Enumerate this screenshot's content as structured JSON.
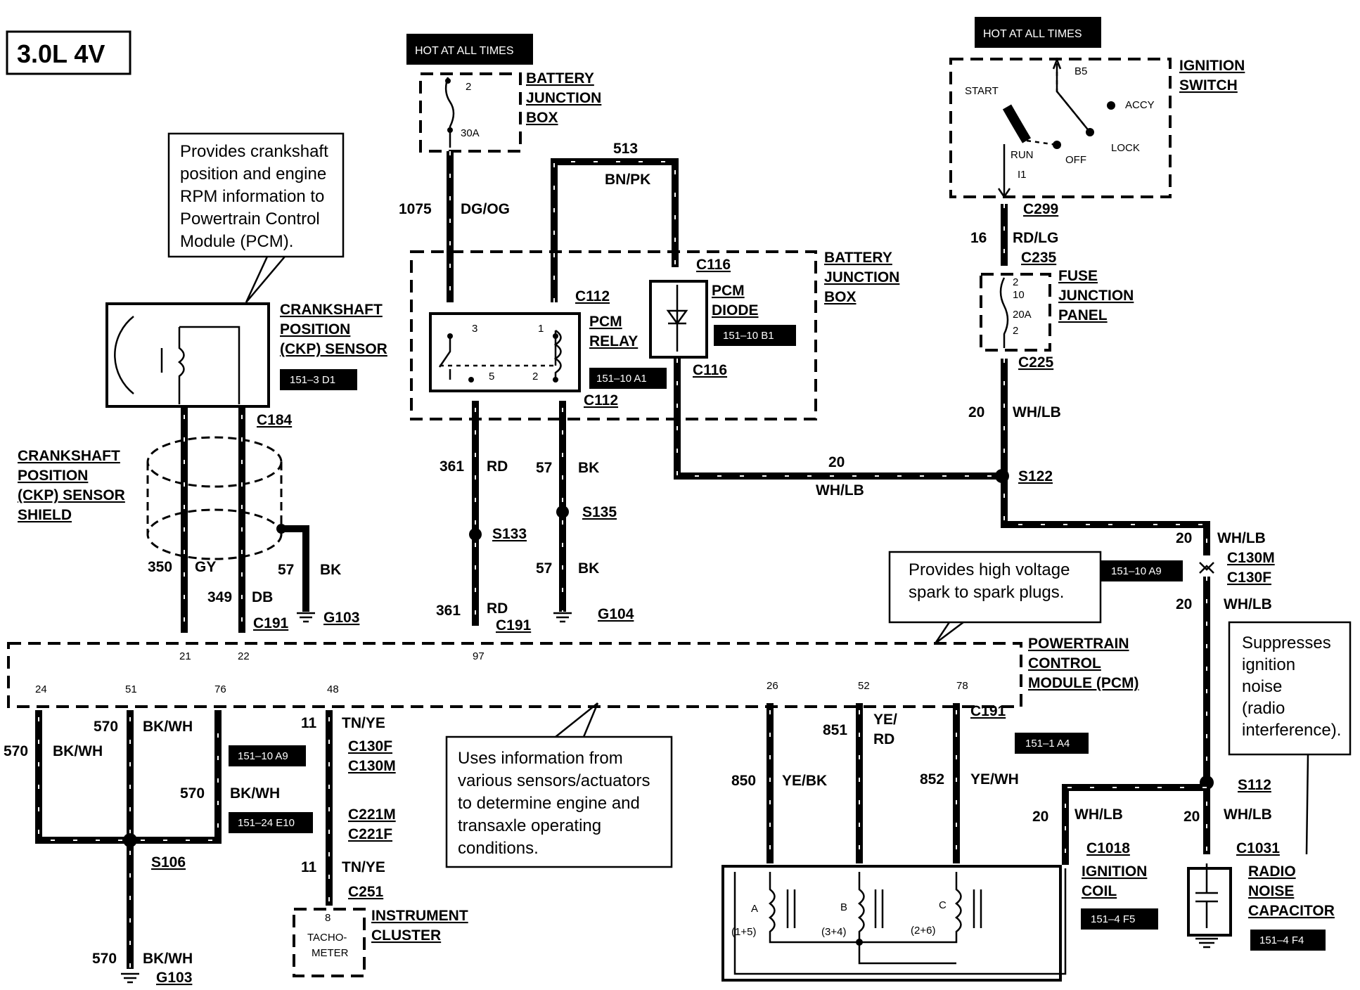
{
  "engine_label": "3.0L 4V",
  "hot_at_all_times": "HOT AT ALL TIMES",
  "components": {
    "battery_junction_box": [
      "BATTERY",
      "JUNCTION",
      "BOX"
    ],
    "ignition_switch": [
      "IGNITION",
      "SWITCH"
    ],
    "ignition_positions": {
      "start": "START",
      "run": "RUN",
      "off": "OFF",
      "lock": "LOCK",
      "accy": "ACCY",
      "b5": "B5",
      "i1": "I1"
    },
    "fuse_junction_panel": [
      "FUSE",
      "JUNCTION",
      "PANEL"
    ],
    "crankshaft_sensor": [
      "CRANKSHAFT",
      "POSITION",
      "(CKP) SENSOR"
    ],
    "crankshaft_shield": [
      "CRANKSHAFT",
      "POSITION",
      "(CKP) SENSOR",
      "SHIELD"
    ],
    "pcm_relay": [
      "PCM",
      "RELAY"
    ],
    "pcm_diode": [
      "PCM",
      "DIODE"
    ],
    "pcm": [
      "POWERTRAIN",
      "CONTROL",
      "MODULE (PCM)"
    ],
    "instrument_cluster": [
      "INSTRUMENT",
      "CLUSTER"
    ],
    "tachometer": [
      "TACHO-",
      "METER"
    ],
    "ignition_coil": [
      "IGNITION",
      "COIL"
    ],
    "radio_noise_capacitor": [
      "RADIO",
      "NOISE",
      "CAPACITOR"
    ]
  },
  "notes": {
    "ckp": [
      "Provides crankshaft",
      "position and engine",
      "RPM information to",
      "Powertrain Control",
      "Module (PCM)."
    ],
    "coil": [
      "Provides high voltage",
      "spark to spark plugs."
    ],
    "pcm": [
      "Uses information from",
      "various sensors/actuators",
      "to determine engine and",
      "transaxle operating",
      "conditions."
    ],
    "capacitor": [
      "Suppresses",
      "ignition",
      "noise",
      "(radio",
      "interference)."
    ]
  },
  "badges": {
    "ckp": "151–3 D1",
    "relay": "151–10 A1",
    "diode": "151–10 B1",
    "coil_feed": "151–10 A9",
    "pcm_left": "151–10 A9",
    "ground": "151–24 E10",
    "coil_pins": "151–1 A4",
    "coil": "151–4 F5",
    "capacitor": "151–4 F4"
  },
  "fuse_batt": {
    "pin": "2",
    "rating": "30A"
  },
  "fuse_panel": {
    "pins": [
      "2",
      "10",
      "20A",
      "2"
    ]
  },
  "relay_pins": [
    "3",
    "1",
    "5",
    "2"
  ],
  "coil_terms": [
    "A",
    "B",
    "C",
    "(1+5)",
    "(3+4)",
    "(2+6)"
  ],
  "tach_pin": "8",
  "connectors": {
    "c299": "C299",
    "c235": "C235",
    "c225": "C225",
    "c116a": "C116",
    "c116b": "C116",
    "c112a": "C112",
    "c112b": "C112",
    "c184": "C184",
    "c191a": "C191",
    "c191b": "C191",
    "c191c": "C191",
    "c130m": "C130M",
    "c130f": "C130F",
    "c130f2": "C130F",
    "c130m2": "C130M",
    "c221m": "C221M",
    "c221f": "C221F",
    "c251": "C251",
    "c1018": "C1018",
    "c1031": "C1031"
  },
  "splices": {
    "s122": "S122",
    "s133": "S133",
    "s135": "S135",
    "s106": "S106",
    "s112": "S112"
  },
  "grounds": {
    "g103a": "G103",
    "g104": "G104",
    "g103b": "G103"
  },
  "circuits": {
    "w1075": {
      "num": "1075",
      "color": "DG/OG"
    },
    "w513": {
      "num": "513",
      "color": "BN/PK"
    },
    "w16": {
      "num": "16",
      "color": "RD/LG"
    },
    "w20a": {
      "num": "20",
      "color": "WH/LB"
    },
    "w20b": {
      "num": "20",
      "color": "WH/LB"
    },
    "w20c": {
      "num": "20",
      "color": "WH/LB"
    },
    "w20d": {
      "num": "20",
      "color": "WH/LB"
    },
    "w20e": {
      "num": "20",
      "color": "WH/LB"
    },
    "w20f": {
      "num": "20",
      "color": "WH/LB"
    },
    "w361a": {
      "num": "361",
      "color": "RD"
    },
    "w361b": {
      "num": "361",
      "color": "RD"
    },
    "w57a": {
      "num": "57",
      "color": "BK"
    },
    "w57b": {
      "num": "57",
      "color": "BK"
    },
    "w57c": {
      "num": "57",
      "color": "BK"
    },
    "w350": {
      "num": "350",
      "color": "GY"
    },
    "w349": {
      "num": "349",
      "color": "DB"
    },
    "w570a": {
      "num": "570",
      "color": "BK/WH"
    },
    "w570b": {
      "num": "570",
      "color": "BK/WH"
    },
    "w570c": {
      "num": "570",
      "color": "BK/WH"
    },
    "w570d": {
      "num": "570",
      "color": "BK/WH"
    },
    "w11a": {
      "num": "11",
      "color": "TN/YE"
    },
    "w11b": {
      "num": "11",
      "color": "TN/YE"
    },
    "w850": {
      "num": "850",
      "color": "YE/BK"
    },
    "w851": {
      "num": "851",
      "color": "YE/"
    },
    "w851c": {
      "color": "RD"
    },
    "w852": {
      "num": "852",
      "color": "YE/WH"
    }
  },
  "pcm_pins": {
    "p21": "21",
    "p22": "22",
    "p97": "97",
    "p24": "24",
    "p51": "51",
    "p76": "76",
    "p48": "48",
    "p26": "26",
    "p52": "52",
    "p78": "78"
  }
}
